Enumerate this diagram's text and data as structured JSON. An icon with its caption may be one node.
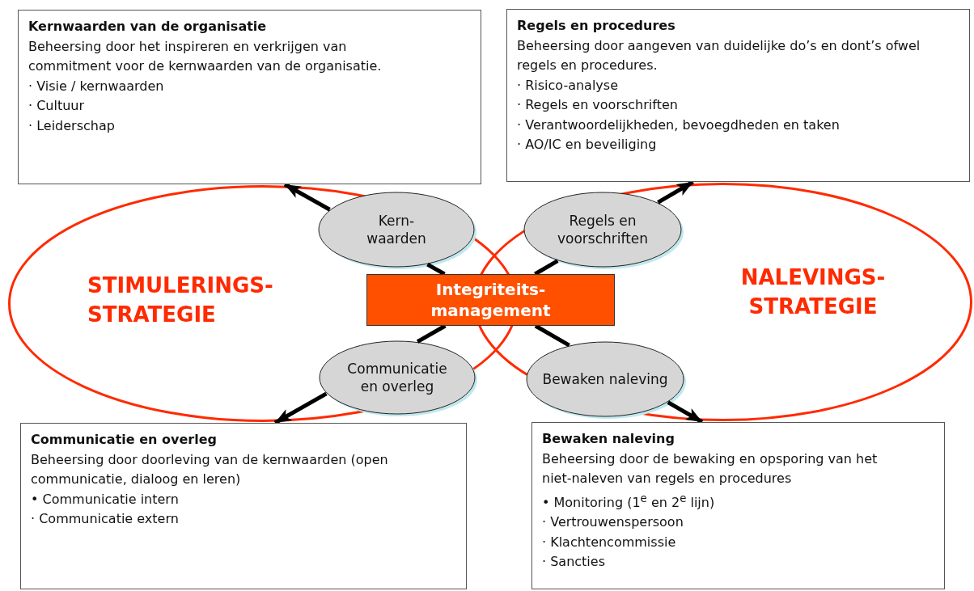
{
  "diagram": {
    "nodes": [
      {
        "text": [
          "Kernwaarden van de organisatie",
          "Beheersing door het inspireren en verkrijgen van commitment voor de kernwaarden van de organisatie.",
          "· Visie / kernwaarden",
          "· Cultuur",
          "· Leiderschap"
        ]
      },
      {
        "text": [
          "Regels en procedures",
          "Beheersing door aangeven van duidelijke do’s en dont’s ofwel regels en procedures.",
          "· Risico-analyse",
          "· Regels en voorschriften",
          "· Verantwoordelijkheden, bevoegdheden en taken",
          "· AO/IC en beveiliging"
        ]
      },
      {
        "text": [
          "STIMULERINGS- STRATEGIE"
        ]
      },
      {
        "text": [
          "NALEVINGS- STRATEGIE"
        ]
      },
      {
        "text": [
          "Kern- waarden"
        ],
        "in": 2
      },
      {
        "text": [
          "Regels en voorschriften"
        ],
        "in": 3
      },
      {
        "text": [
          "Integriteits- management"
        ]
      },
      {
        "text": [
          "Communicatie en overleg"
        ],
        "in": 2
      },
      {
        "text": [
          "Bewaken naleving"
        ],
        "in": 3
      },
      {
        "text": [
          "Communicatie en overleg",
          "Beheersing door doorleving van de kernwaarden (open communicatie, dialoog en leren)",
          "• Communicatie intern",
          "· Communicatie extern"
        ]
      },
      {
        "text": [
          "Bewaken naleving",
          "Beheersing door de bewaking en opsporing van het niet-naleven van regels en procedures",
          "• Monitoring (1$^{e}$ en 2$^{e}$ lijn)",
          "· Vertrouwenspersoon",
          "· Klachtencommissie",
          "· Sancties"
        ]
      }
    ],
    "edges": [
      {
        "from": 6,
        "to": 4,
        "arrow": "none"
      },
      {
        "from": 4,
        "to": 0,
        "arrow": "to"
      },
      {
        "from": 6,
        "to": 5,
        "arrow": "none"
      },
      {
        "from": 5,
        "to": 1,
        "arrow": "to"
      },
      {
        "from": 6,
        "to": 7,
        "arrow": "none"
      },
      {
        "from": 7,
        "to": 9,
        "arrow": "to"
      },
      {
        "from": 6,
        "to": 8,
        "arrow": "none"
      },
      {
        "from": 8,
        "to": 10,
        "arrow": "to"
      }
    ]
  }
}
